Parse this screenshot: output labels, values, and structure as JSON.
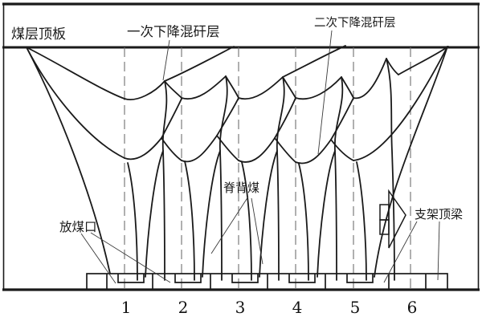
{
  "figure": {
    "kind": "mining-technical-diagram",
    "topic": "top-coal caving draw-body boundaries above shield supports"
  },
  "labels": {
    "roof": "煤层顶板",
    "first_gangue_layer": "一次下降混矸层",
    "second_gangue_layer": "二次下降混矸层",
    "ridge_coal": "脊背煤",
    "drawing_opening": "放煤口",
    "support_beam": "支架顶梁"
  },
  "support_numbers": [
    "1",
    "2",
    "3",
    "4",
    "5",
    "6"
  ],
  "icons": {
    "advance_arrow": "hollow-right-arrow"
  },
  "colors": {
    "line": "#1a1a1a",
    "leader": "#3a3a3a",
    "dashed_guide": "#707070",
    "background": "#ffffff"
  }
}
